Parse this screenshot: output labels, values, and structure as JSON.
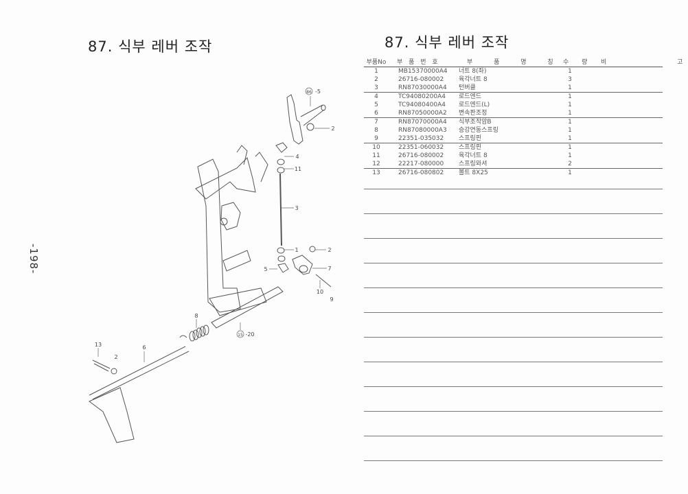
{
  "left_title": "87. 식부 레버 조작",
  "right_title": "87. 식부 레버 조작",
  "page_number": "-198-",
  "diagram": {
    "callouts": {
      "ref_86": "86",
      "ref_86_suffix": "-5",
      "ref_15": "15",
      "ref_15_suffix": "-20",
      "c2a": "2",
      "c4": "4",
      "c11": "11",
      "c3": "3",
      "c1": "1",
      "c2b": "2",
      "c5": "5",
      "c7": "7",
      "c10": "10",
      "c9": "9",
      "c8": "8",
      "c6": "6",
      "c13": "13",
      "c2c": "2"
    }
  },
  "parts_table": {
    "headers": {
      "no": "부품No",
      "part_number": "부 품 번 호",
      "name": "부 품 명 칭",
      "qty": "수 량",
      "remarks": "비 고"
    },
    "rows": [
      {
        "no": "1",
        "part_number": "MB15370000A4",
        "name": "너트 8(좌)",
        "qty": "1"
      },
      {
        "no": "2",
        "part_number": "26716-080002",
        "name": "육각너트 8",
        "qty": "3"
      },
      {
        "no": "3",
        "part_number": "RN87030000A4",
        "name": "턴버클",
        "qty": "1"
      },
      {
        "no": "4",
        "part_number": "TC94080200A4",
        "name": "로드엔드",
        "qty": "1"
      },
      {
        "no": "5",
        "part_number": "TC94080400A4",
        "name": "로드엔드(L)",
        "qty": "1"
      },
      {
        "no": "6",
        "part_number": "RN87050000A2",
        "name": "변속판조정",
        "qty": "1"
      },
      {
        "no": "7",
        "part_number": "RN87070000A4",
        "name": "식부조작암B",
        "qty": "1"
      },
      {
        "no": "8",
        "part_number": "RN87080000A3",
        "name": "승강연동스프링",
        "qty": "1"
      },
      {
        "no": "9",
        "part_number": "22351-035032",
        "name": "스프링핀",
        "qty": "1"
      },
      {
        "no": "10",
        "part_number": "22351-060032",
        "name": "스프링핀",
        "qty": "1"
      },
      {
        "no": "11",
        "part_number": "26716-080002",
        "name": "육각너트 8",
        "qty": "1"
      },
      {
        "no": "12",
        "part_number": "22217-080000",
        "name": "스프링와셔",
        "qty": "2"
      },
      {
        "no": "13",
        "part_number": "26716-080802",
        "name": "볼트 8X25",
        "qty": "1"
      }
    ]
  }
}
